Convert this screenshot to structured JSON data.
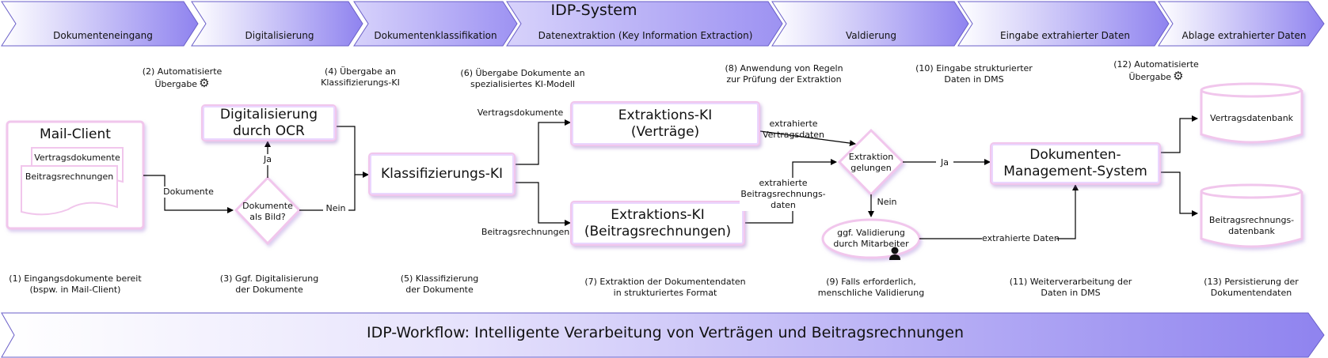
{
  "header": {
    "title": "IDP-System",
    "phases": [
      "Dokumenteneingang",
      "Digitalisierung",
      "Dokumentenklassifikation",
      "Datenextraktion (Key Information Extraction)",
      "Valdierung",
      "Eingabe extrahierter Daten",
      "Ablage extrahierter Daten"
    ]
  },
  "nodes": {
    "mail_client": {
      "title": "Mail-Client",
      "doc1": "Vertragsdokumente",
      "doc2": "Beitragsrechnungen"
    },
    "ocr": {
      "line1": "Digitalisierung",
      "line2": "durch OCR"
    },
    "decision_image": {
      "line1": "Dokumente",
      "line2": "als Bild?"
    },
    "classifier": {
      "label": "Klassifizierungs-KI"
    },
    "extract_contracts": {
      "line1": "Extraktions-KI",
      "line2": "(Verträge)"
    },
    "extract_invoices": {
      "line1": "Extraktions-KI",
      "line2": "(Beitragsrechnungen)"
    },
    "decision_success": {
      "line1": "Extraktion",
      "line2": "gelungen"
    },
    "validation": {
      "line1": "ggf. Validierung",
      "line2": "durch Mitarbeiter"
    },
    "dms": {
      "line1": "Dokumenten-",
      "line2": "Management-System"
    },
    "db_contracts": {
      "label": "Vertragsdatenbank"
    },
    "db_invoices": {
      "line1": "Beitragsrechnungs-",
      "line2": "datenbank"
    }
  },
  "edges": {
    "dokumente": "Dokumente",
    "ja_ocr": "Ja",
    "nein_ocr": "Nein",
    "vertragsdokumente": "Vertragsdokumente",
    "beitragsrechnungen": "Beitragsrechnungen",
    "extr_vertrag_1": "extrahierte",
    "extr_vertrag_2": "Vertragsdaten",
    "extr_beitrag_1": "extrahierte",
    "extr_beitrag_2": "Beitragsrechnungs-",
    "extr_beitrag_3": "daten",
    "ja_dms": "Ja",
    "nein_val": "Nein",
    "extr_daten": "extrahierte Daten"
  },
  "annotations": {
    "a2_1": "(2) Automatisierte",
    "a2_2": "Übergabe",
    "a4_1": "(4) Übergabe an",
    "a4_2": "Klassifizierungs-KI",
    "a6_1": "(6) Übergabe Dokumente an",
    "a6_2": "spezialisiertes KI-Modell",
    "a8_1": "(8) Anwendung von Regeln",
    "a8_2": "zur Prüfung der Extraktion",
    "a10_1": "(10) Eingabe strukturierter",
    "a10_2": "Daten in DMS",
    "a12_1": "(12) Automatisierte",
    "a12_2": "Übergabe",
    "b1_1": "(1) Eingangsdokumente bereit",
    "b1_2": "(bspw. in Mail-Client)",
    "b3_1": "(3) Ggf. Digitalisierung",
    "b3_2": "der Dokumente",
    "b5_1": "(5) Klassifizierung",
    "b5_2": "der Dokumente",
    "b7_1": "(7) Extraktion der Dokumentendaten",
    "b7_2": "in strukturiertes Format",
    "b9_1": "(9) Falls erforderlich,",
    "b9_2": "menschliche Validierung",
    "b11_1": "(11) Weiterverarbeitung der",
    "b11_2": "Daten in DMS",
    "b13_1": "(13) Persistierung der",
    "b13_2": "Dokumentendaten"
  },
  "footer": {
    "title": "IDP-Workflow: Intelligente Verarbeitung von Verträgen und Beitragsrechnungen"
  },
  "icons": {
    "robot": "robot-icon",
    "gear": "gear-icon",
    "person": "person-icon"
  },
  "colors": {
    "accent": "#9c8cf2",
    "border_pink": "#f1c6ec",
    "robot_red": "#e8453c"
  }
}
